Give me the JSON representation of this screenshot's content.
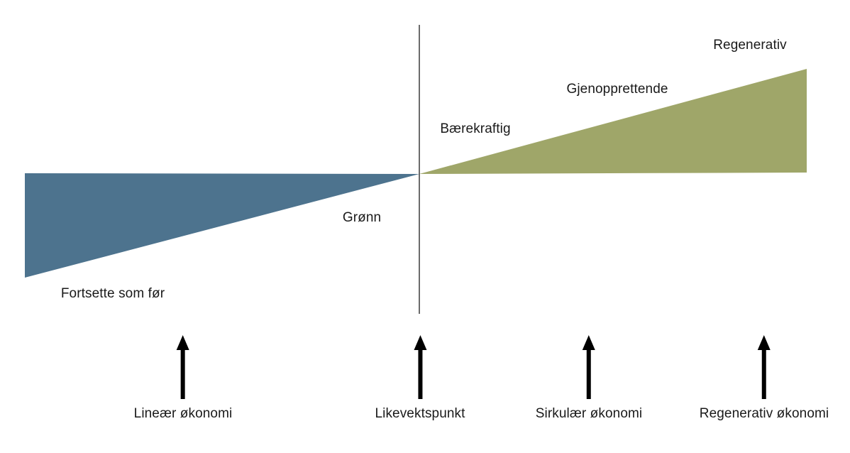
{
  "colors": {
    "background": "#ffffff",
    "left_wedge": "#4d738e",
    "right_wedge": "#9fa669",
    "axis_line": "#3a3a3a",
    "arrow": "#000000",
    "text": "#1a1a1a"
  },
  "spectrum": {
    "left_wedge_label": "Fortsette som før",
    "green_label": "Grønn",
    "sustainable_label": "Bærekraftig",
    "restorative_label": "Gjenopprettende",
    "regenerative_label": "Regenerativ"
  },
  "bottom_axis": {
    "markers": [
      {
        "label": "Lineær økonomi"
      },
      {
        "label": "Likevektspunkt"
      },
      {
        "label": "Sirkulær økonomi"
      },
      {
        "label": "Regenerativ økonomi"
      }
    ]
  }
}
